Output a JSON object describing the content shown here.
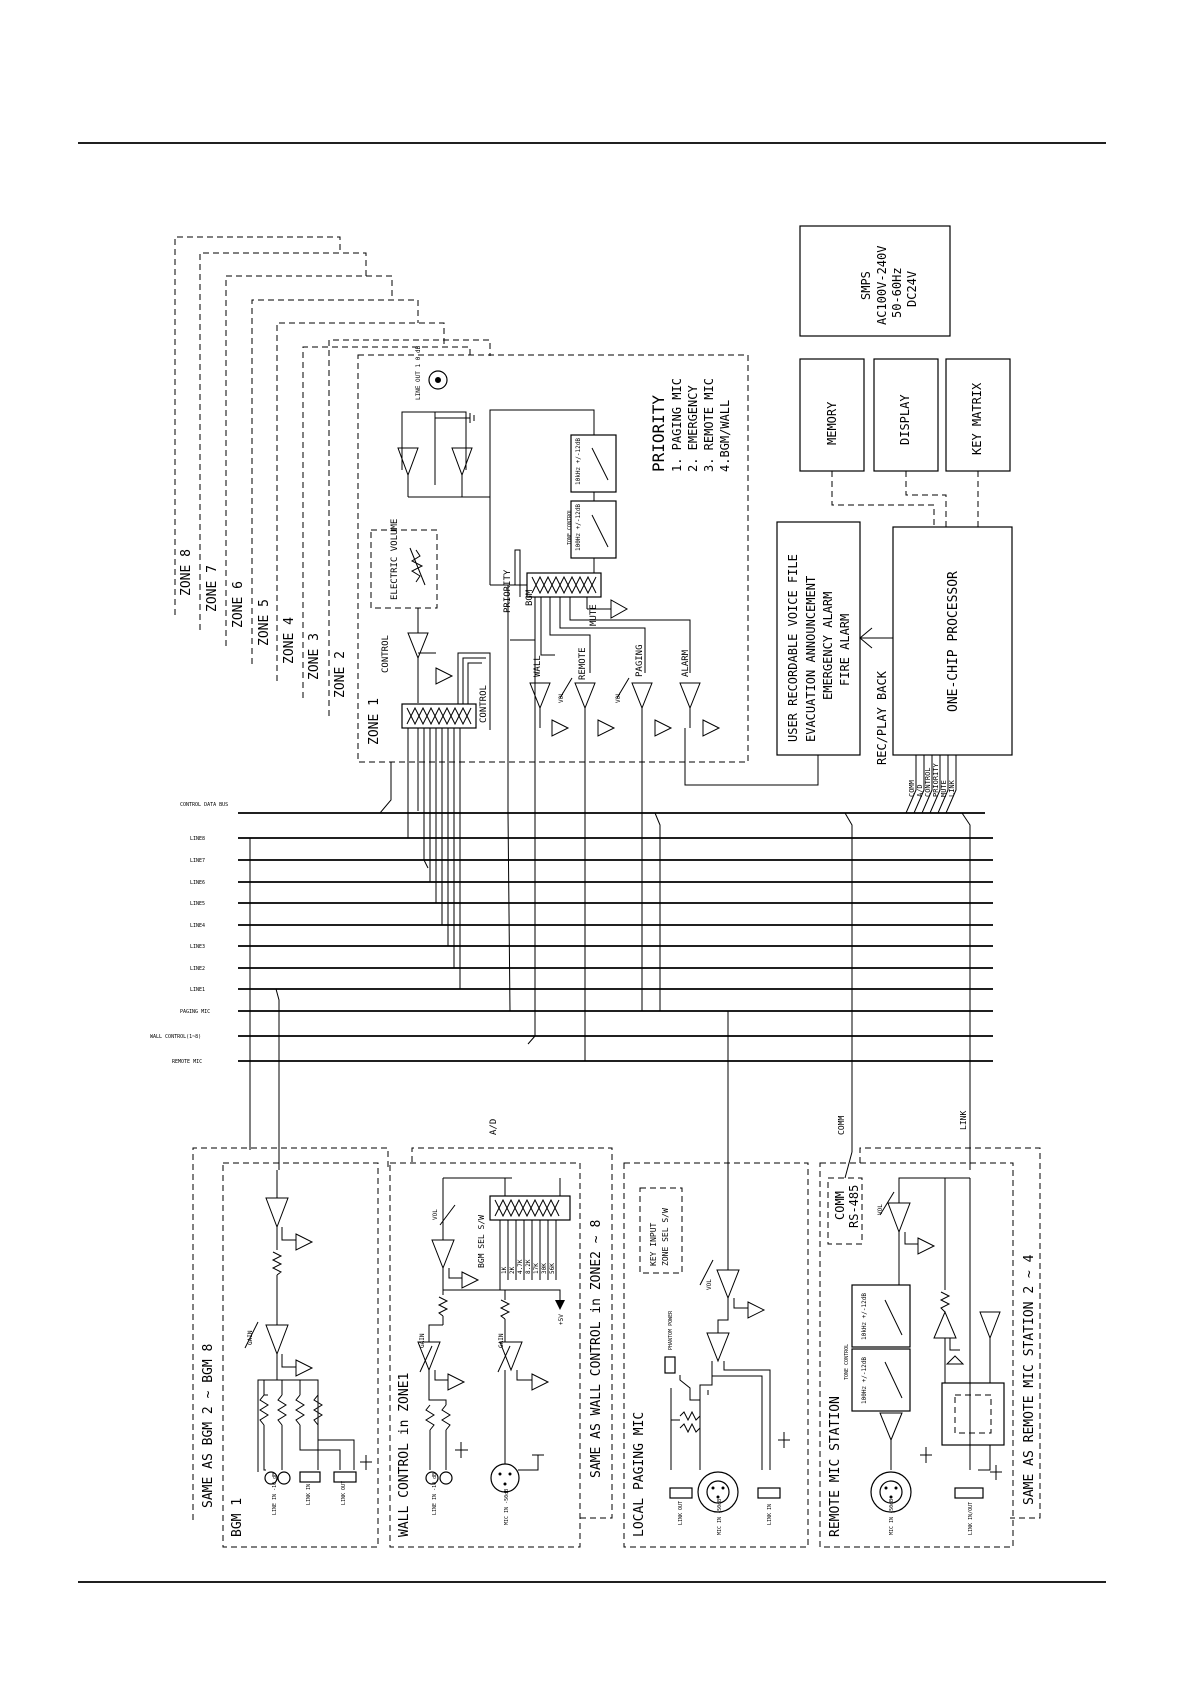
{
  "zones": {
    "stack_labels": [
      "ZONE 8",
      "ZONE 7",
      "ZONE 6",
      "ZONE 5",
      "ZONE 4",
      "ZONE 3",
      "ZONE 2"
    ],
    "zone1_label": "ZONE 1",
    "control": "CONTROL",
    "control2": "CONTROL",
    "electric_volume": "ELECTRIC VOLUME",
    "line_out": "LINE OUT 1 0 dB",
    "tone_control_1": "TONE CONTROL",
    "tone_10k": "10kHz +/-12dB",
    "tone_100": "100Hz +/-12dB",
    "priority_sig": "PRIORITY",
    "bgm": "BGM",
    "mute": "MUTE",
    "wall": "WALL",
    "remote": "REMOTE",
    "paging": "PAGING",
    "alarm": "ALARM",
    "vol": "VOL"
  },
  "priority": {
    "title": "PRIORITY",
    "items": [
      "1. PAGING MIC",
      "2. EMERGENCY",
      "3. REMOTE MIC",
      "4.BGM/WALL"
    ]
  },
  "blocks": {
    "smps": [
      "SMPS",
      "AC100V-240V",
      "50-60Hz",
      "DC24V"
    ],
    "memory": "MEMORY",
    "display": "DISPLAY",
    "key_matrix": "KEY MATRIX",
    "voice": [
      "USER RECORDABLE VOICE FILE",
      "EVACUATION ANNOUNCEMENT",
      "EMERGENCY ALARM",
      "FIRE ALARM"
    ],
    "rec_play": "REC/PLAY BACK",
    "processor": "ONE-CHIP PROCESSOR",
    "proc_lines": [
      "COMM",
      "A/D",
      "CONTROL",
      "PRIORITY",
      "MUTE",
      "LINK"
    ]
  },
  "bus": {
    "labels": [
      "CONTROL DATA BUS",
      "LINE8",
      "LINE7",
      "LINE6",
      "LINE5",
      "LINE4",
      "LINE3",
      "LINE2",
      "LINE1",
      "PAGING MIC",
      "WALL CONTROL(1~8)",
      "REMOTE MIC"
    ]
  },
  "modules": {
    "same_bgm": "SAME AS BGM 2 ~ BGM 8",
    "bgm1": "BGM 1",
    "bgm_gain": "GAIN",
    "bgm_line_in": "LINE IN -10 dB",
    "bgm_link_in": "LINK IN",
    "bgm_link_out": "LINK OUT",
    "wall_title": "WALL CONTROL in ZONE1",
    "wall_same": "SAME AS WALL CONTROL in ZONE2 ~ 8",
    "wall_ad": "A/D",
    "bgm_sel": "BGM SEL S/W",
    "resistors": [
      "1K",
      "2K",
      "4.7K",
      "8.2K",
      "17K",
      "30K",
      "56K"
    ],
    "plus5v": "+5V",
    "wall_line_in": "LINE IN -10 dB",
    "wall_mic_in": "MIC IN -50dB",
    "wall_gain": "GAIN",
    "local_title": "LOCAL PAGING MIC",
    "key_input": "KEY INPUT",
    "zone_sel": "ZONE SEL S/W",
    "phantom": "PHANTOM POWER",
    "link_out": "LINK OUT",
    "mic_in": "MIC IN -50dB",
    "link_in": "LINK IN",
    "remote_title": "REMOTE MIC STATION",
    "remote_same": "SAME AS REMOTE MIC STATION 2 ~ 4",
    "comm_box": [
      "COMM",
      "RS-485"
    ],
    "comm": "COMM",
    "link": "LINK",
    "remote_mic_in": "MIC IN -50dB",
    "link_inout": "LINK IN/OUT",
    "remote_tone": "TONE CONTROL"
  }
}
